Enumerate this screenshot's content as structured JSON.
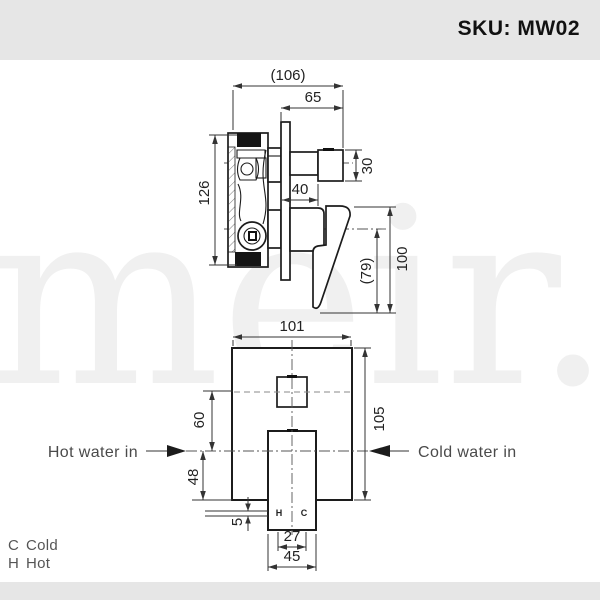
{
  "header": {
    "sku": "SKU: MW02"
  },
  "watermark": {
    "text": "meir."
  },
  "side_view": {
    "dims": {
      "overall_depth": "(106)",
      "trim_depth": "65",
      "knob_size": "30",
      "body_height": "126",
      "hub_depth": "40",
      "handle_drop": "(79)",
      "handle_height": "100"
    }
  },
  "front_view": {
    "dims": {
      "plate_width": "101",
      "plate_height": "105",
      "diverter_offset": "60",
      "center_to_bottom": "48",
      "step": "5",
      "port_spacing": "27",
      "handle_width": "45"
    },
    "ports": {
      "hot": "H",
      "cold": "C"
    }
  },
  "annotations": {
    "hot_in": "Hot water in",
    "cold_in": "Cold water in"
  },
  "legend": {
    "items": [
      {
        "key": "C",
        "label": "Cold"
      },
      {
        "key": "H",
        "label": "Hot"
      }
    ]
  }
}
